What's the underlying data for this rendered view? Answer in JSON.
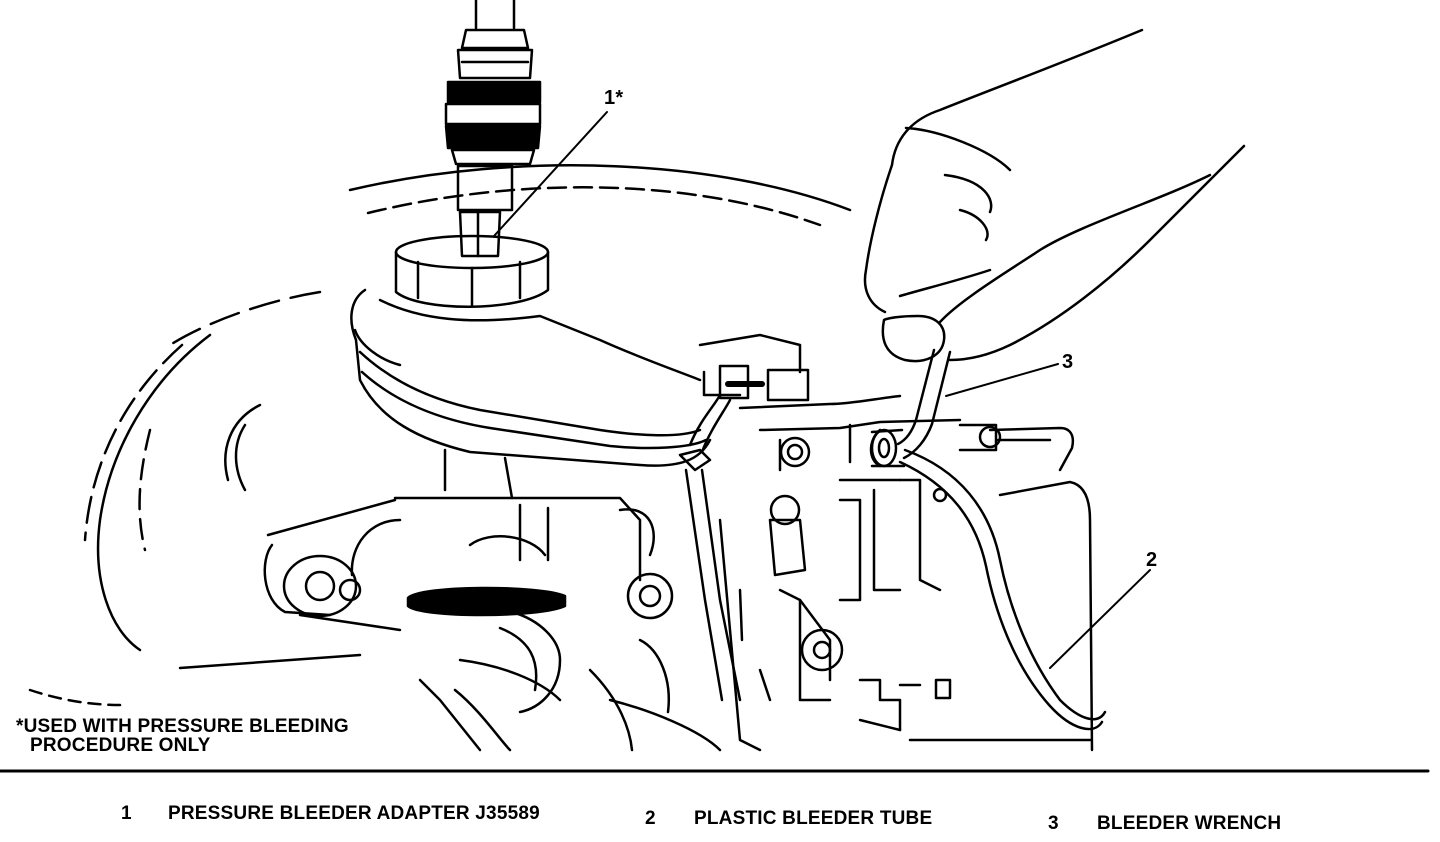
{
  "callouts": {
    "c1": "1*",
    "c2": "2",
    "c3": "3"
  },
  "footnote": {
    "line1": "*USED WITH PRESSURE BLEEDING",
    "line2": "PROCEDURE ONLY"
  },
  "legend": [
    {
      "number": "1",
      "label": "PRESSURE BLEEDER ADAPTER J35589"
    },
    {
      "number": "2",
      "label": "PLASTIC BLEEDER TUBE"
    },
    {
      "number": "3",
      "label": "BLEEDER WRENCH"
    }
  ]
}
